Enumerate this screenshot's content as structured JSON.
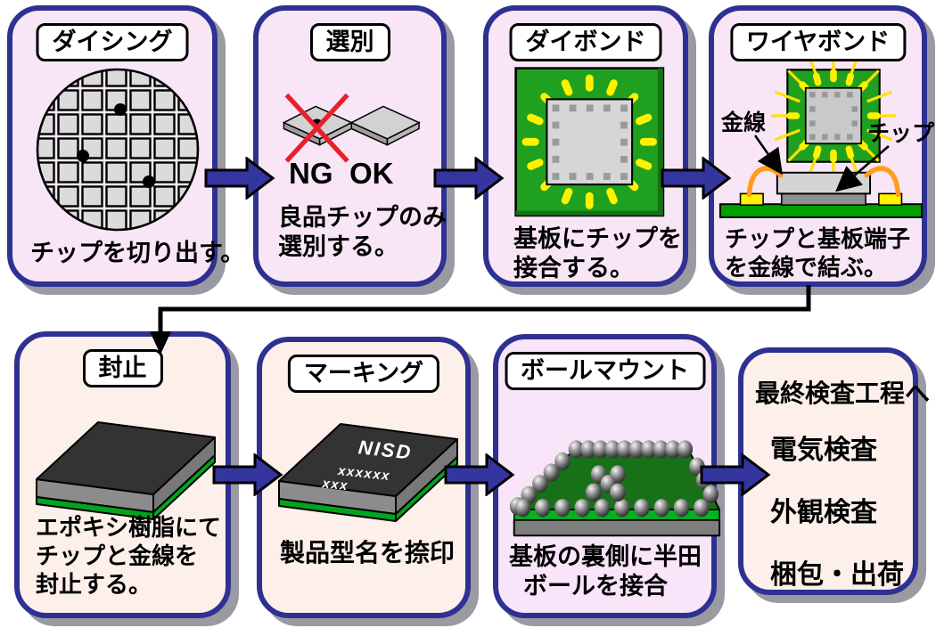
{
  "diagram": "semiconductor-assembly-process-flow",
  "panels": [
    {
      "id": "dicing",
      "title": "ダイシング",
      "caption_lines": [
        "チップを切り出す。"
      ]
    },
    {
      "id": "sorting",
      "title": "選別",
      "ng_label": "NG",
      "ok_label": "OK",
      "caption_lines": [
        "良品チップのみ",
        "選別する。"
      ]
    },
    {
      "id": "diebond",
      "title": "ダイボンド",
      "caption_lines": [
        "基板にチップを",
        "接合する。"
      ]
    },
    {
      "id": "wirebond",
      "title": "ワイヤボンド",
      "gold_wire_label": "金線",
      "chip_label": "チップ",
      "caption_lines": [
        "チップと基板端子",
        "を金線で結ぶ。"
      ]
    },
    {
      "id": "sealing",
      "title": "封止",
      "caption_lines": [
        "エポキシ樹脂にて",
        "チップと金線を",
        "封止する。"
      ]
    },
    {
      "id": "marking",
      "title": "マーキング",
      "marking_lines": [
        "NISD",
        "xxxxxx",
        "xxx"
      ],
      "caption_lines": [
        "製品型名を捺印"
      ]
    },
    {
      "id": "ballmount",
      "title": "ボールマウント",
      "caption_lines": [
        "基板の裏側に半田",
        "ボールを接合"
      ]
    },
    {
      "id": "final",
      "heading": "最終検査工程へ",
      "items": [
        "電気検査",
        "外観検査",
        "梱包・出荷"
      ]
    }
  ],
  "colors": {
    "panel_border": "#2E3192",
    "panel_fill_top_row": "#F8E6F6",
    "panel_fill_bottom_row": "#FDF0EA",
    "panel_fill_ballmount": "#F9E5F9",
    "shadow_gray": "#9A9AA2",
    "flow_arrow_blue": "#3535A0",
    "substrate_green": "#1FA11F",
    "board_dark_green": "#187118",
    "pad_yellow": "#FFF200",
    "wire_orange": "#FF9C1A",
    "package_dark": "#333333",
    "ng_cross_red": "#E8202C"
  }
}
